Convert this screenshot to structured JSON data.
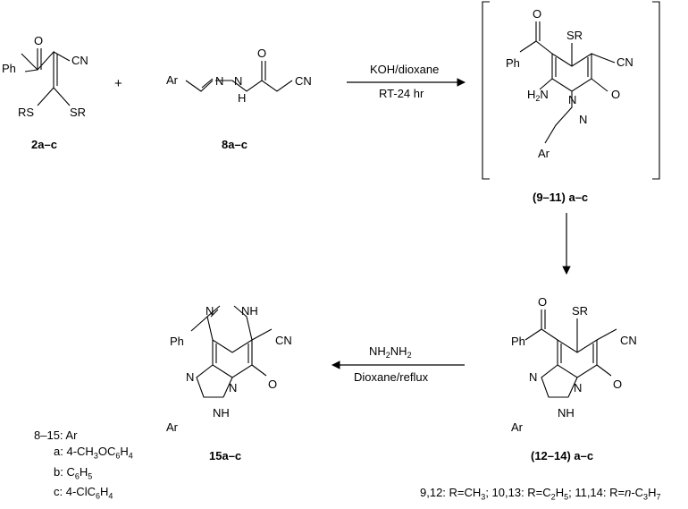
{
  "compounds": {
    "c1": {
      "label": "2a–c",
      "Ph": "Ph",
      "O": "O",
      "CN": "CN",
      "RS": "RS",
      "SR": "SR"
    },
    "c2": {
      "label": "8a–c",
      "Ar": "Ar",
      "N1": "N",
      "N2": "N",
      "H": "H",
      "O": "O",
      "CN": "CN"
    },
    "c3": {
      "label": "(9–11) a–c",
      "Ph": "Ph",
      "O1": "O",
      "SR": "SR",
      "CN": "CN",
      "H2N": "H",
      "H2N_sub": "2",
      "H2N_N": "N",
      "Nring": "N",
      "O2": "O",
      "N": "N",
      "Ar": "Ar"
    },
    "c4": {
      "label": "(12–14) a–c",
      "Ph": "Ph",
      "O1": "O",
      "SR": "SR",
      "CN": "CN",
      "N1": "N",
      "N2": "N",
      "O2": "O",
      "NH": "NH",
      "Ar": "Ar"
    },
    "c5": {
      "label": "15a–c",
      "N1": "N",
      "NH1": "NH",
      "Ph": "Ph",
      "CN": "CN",
      "N2": "N",
      "N3": "N",
      "O": "O",
      "NH2": "NH",
      "Ar": "Ar"
    }
  },
  "plus": "+",
  "reaction1": {
    "reagent": "KOH/dioxane",
    "conditions": "RT-24 hr"
  },
  "reaction3": {
    "reagent_prefix": "NH",
    "reagent_sub": "2",
    "reagent_mid": "NH",
    "conditions": "Dioxane/reflux"
  },
  "legend_ar": {
    "title": "8–15: Ar",
    "a_label": "a:",
    "a": [
      "4-CH",
      "3",
      "OC",
      "6",
      "H",
      "4"
    ],
    "b_label": "b:",
    "b": [
      "C",
      "6",
      "H",
      "5"
    ],
    "c_label": "c:",
    "c": [
      "4-ClC",
      "6",
      "H",
      "4"
    ]
  },
  "legend_r": {
    "p1": "9,12: R=CH",
    "p1_sub": "3",
    "p2": "; 10,13: R=C",
    "p2_sub1": "2",
    "p2_mid": "H",
    "p2_sub2": "5",
    "p3": "; 11,14: R=",
    "p3_n": "n",
    "p3_rest": "-C",
    "p3_sub1": "3",
    "p3_mid": "H",
    "p3_sub2": "7"
  }
}
